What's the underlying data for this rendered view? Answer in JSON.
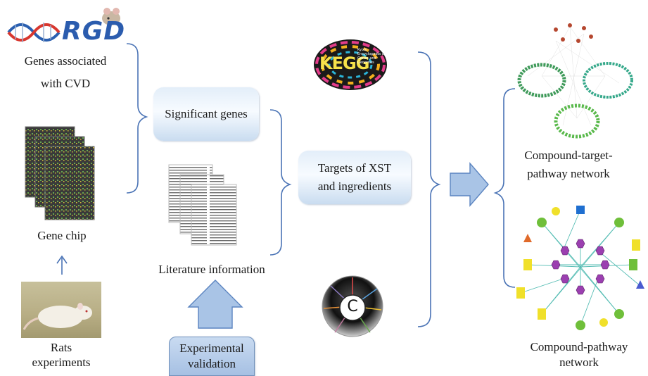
{
  "logos": {
    "rgd": "RGD",
    "kegg_main": "KEGG",
    "kegg_caption": "Kyoto Encyclopedia of Genes and Genomes",
    "compound_logo": "C"
  },
  "labels": {
    "genes_cvd_line1": "Genes associated",
    "genes_cvd_line2": "with CVD",
    "gene_chip": "Gene chip",
    "rats_line1": "Rats",
    "rats_line2": "experiments",
    "literature": "Literature information",
    "ctp_line1": "Compound-target-",
    "ctp_line2": "pathway network",
    "cp_line1": "Compound-pathway",
    "cp_line2": "network"
  },
  "boxes": {
    "significant_genes": "Significant genes",
    "targets_line1": "Targets of XST",
    "targets_line2": "and ingredients",
    "exp_line1": "Experimental",
    "exp_line2": "validation"
  },
  "colors": {
    "bracket": "#4a73b5",
    "arrow_fill": "#a9c4e6",
    "arrow_stroke": "#5b84c0",
    "network_green": "#3f9a5a",
    "network_edge": "#37b1a6"
  }
}
